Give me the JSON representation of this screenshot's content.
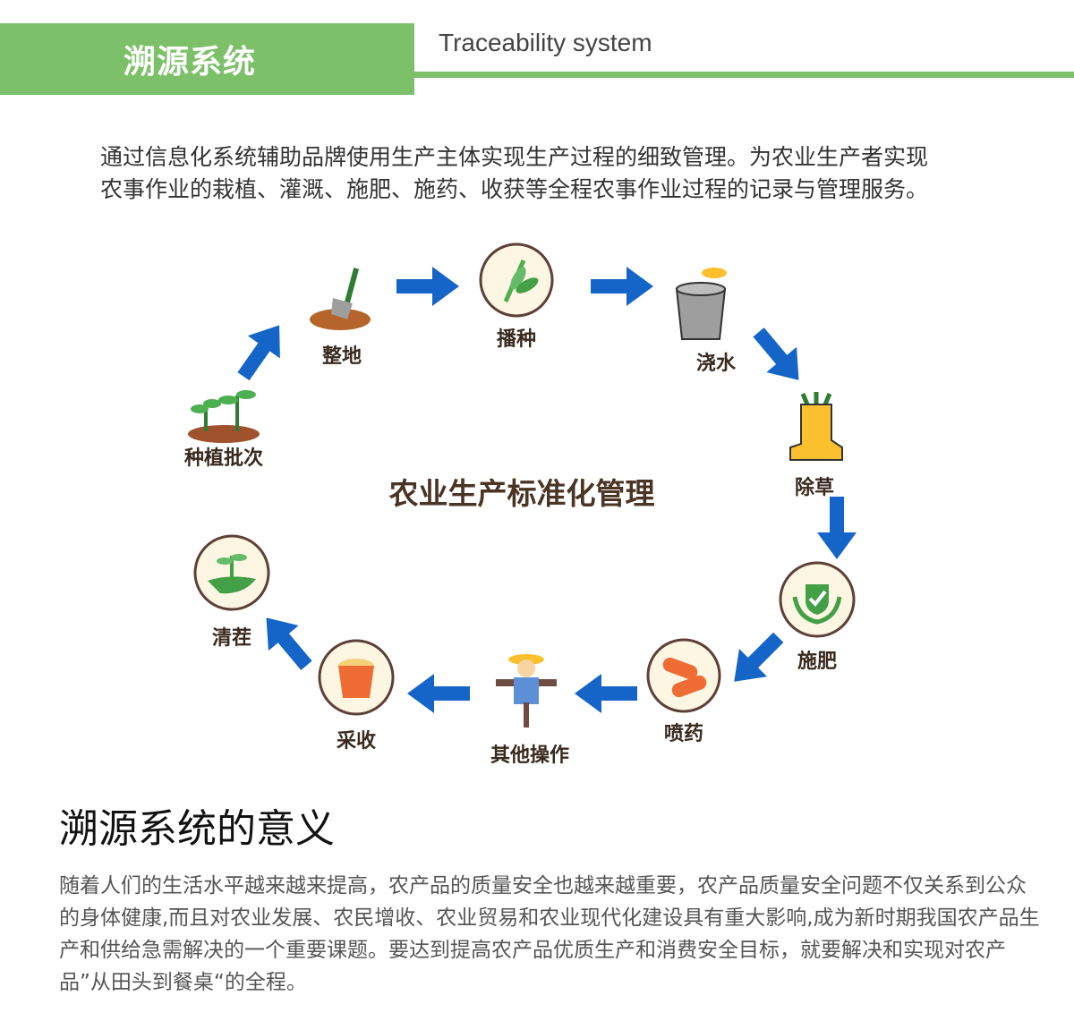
{
  "header": {
    "title": "溯源系统",
    "subtitle_en": "Traceability system"
  },
  "intro": "通过信息化系统辅助品牌使用生产主体实现生产过程的细致管理。为农业生产者实现农事作业的栽植、灌溉、施肥、施药、收获等全程农事作业过程的记录与管理服务。",
  "diagram": {
    "center_title": "农业生产标准化管理",
    "arrow_color": "#1565c8",
    "steps": [
      {
        "label": "种植批次",
        "icon": "seedlings-icon"
      },
      {
        "label": "整地",
        "icon": "shovel-soil-icon"
      },
      {
        "label": "播种",
        "icon": "wheat-icon"
      },
      {
        "label": "浇水",
        "icon": "bucket-icon"
      },
      {
        "label": "除草",
        "icon": "boot-grass-icon"
      },
      {
        "label": "施肥",
        "icon": "shield-check-laurel-icon"
      },
      {
        "label": "喷药",
        "icon": "capsule-icon"
      },
      {
        "label": "其他操作",
        "icon": "scarecrow-icon"
      },
      {
        "label": "采收",
        "icon": "grain-basket-icon"
      },
      {
        "label": "清茬",
        "icon": "hand-sprout-icon"
      }
    ]
  },
  "meaning": {
    "title": "溯源系统的意义",
    "body": "随着人们的生活水平越来越来提高，农产品的质量安全也越来越重要，农产品质量安全问题不仅关系到公众的身体健康,而且对农业发展、农民增收、农业贸易和农业现代化建设具有重大影响,成为新时期我国农产品生产和供给急需解决的一个重要课题。要达到提高农产品优质生产和消费安全目标，就要解决和实现对农产品”从田头到餐桌“的全程。"
  }
}
